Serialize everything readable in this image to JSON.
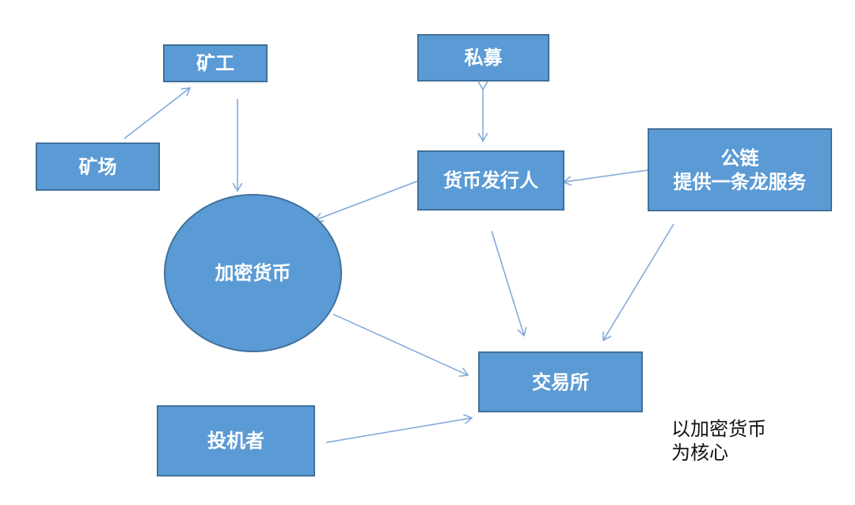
{
  "nodes": {
    "miner": "矿工",
    "mine": "矿场",
    "private_placement": "私募",
    "issuer": "货币发行人",
    "public_chain": {
      "line1": "公链",
      "line2": "提供一条龙服务"
    },
    "crypto": "加密货币",
    "exchange": "交易所",
    "investor": "投机者"
  },
  "note": {
    "line1": "以加密货币",
    "line2": "为核心"
  },
  "colors": {
    "node_fill": "#5b9bd5",
    "node_border": "#41719c",
    "arrow": "#7ea6d8"
  }
}
